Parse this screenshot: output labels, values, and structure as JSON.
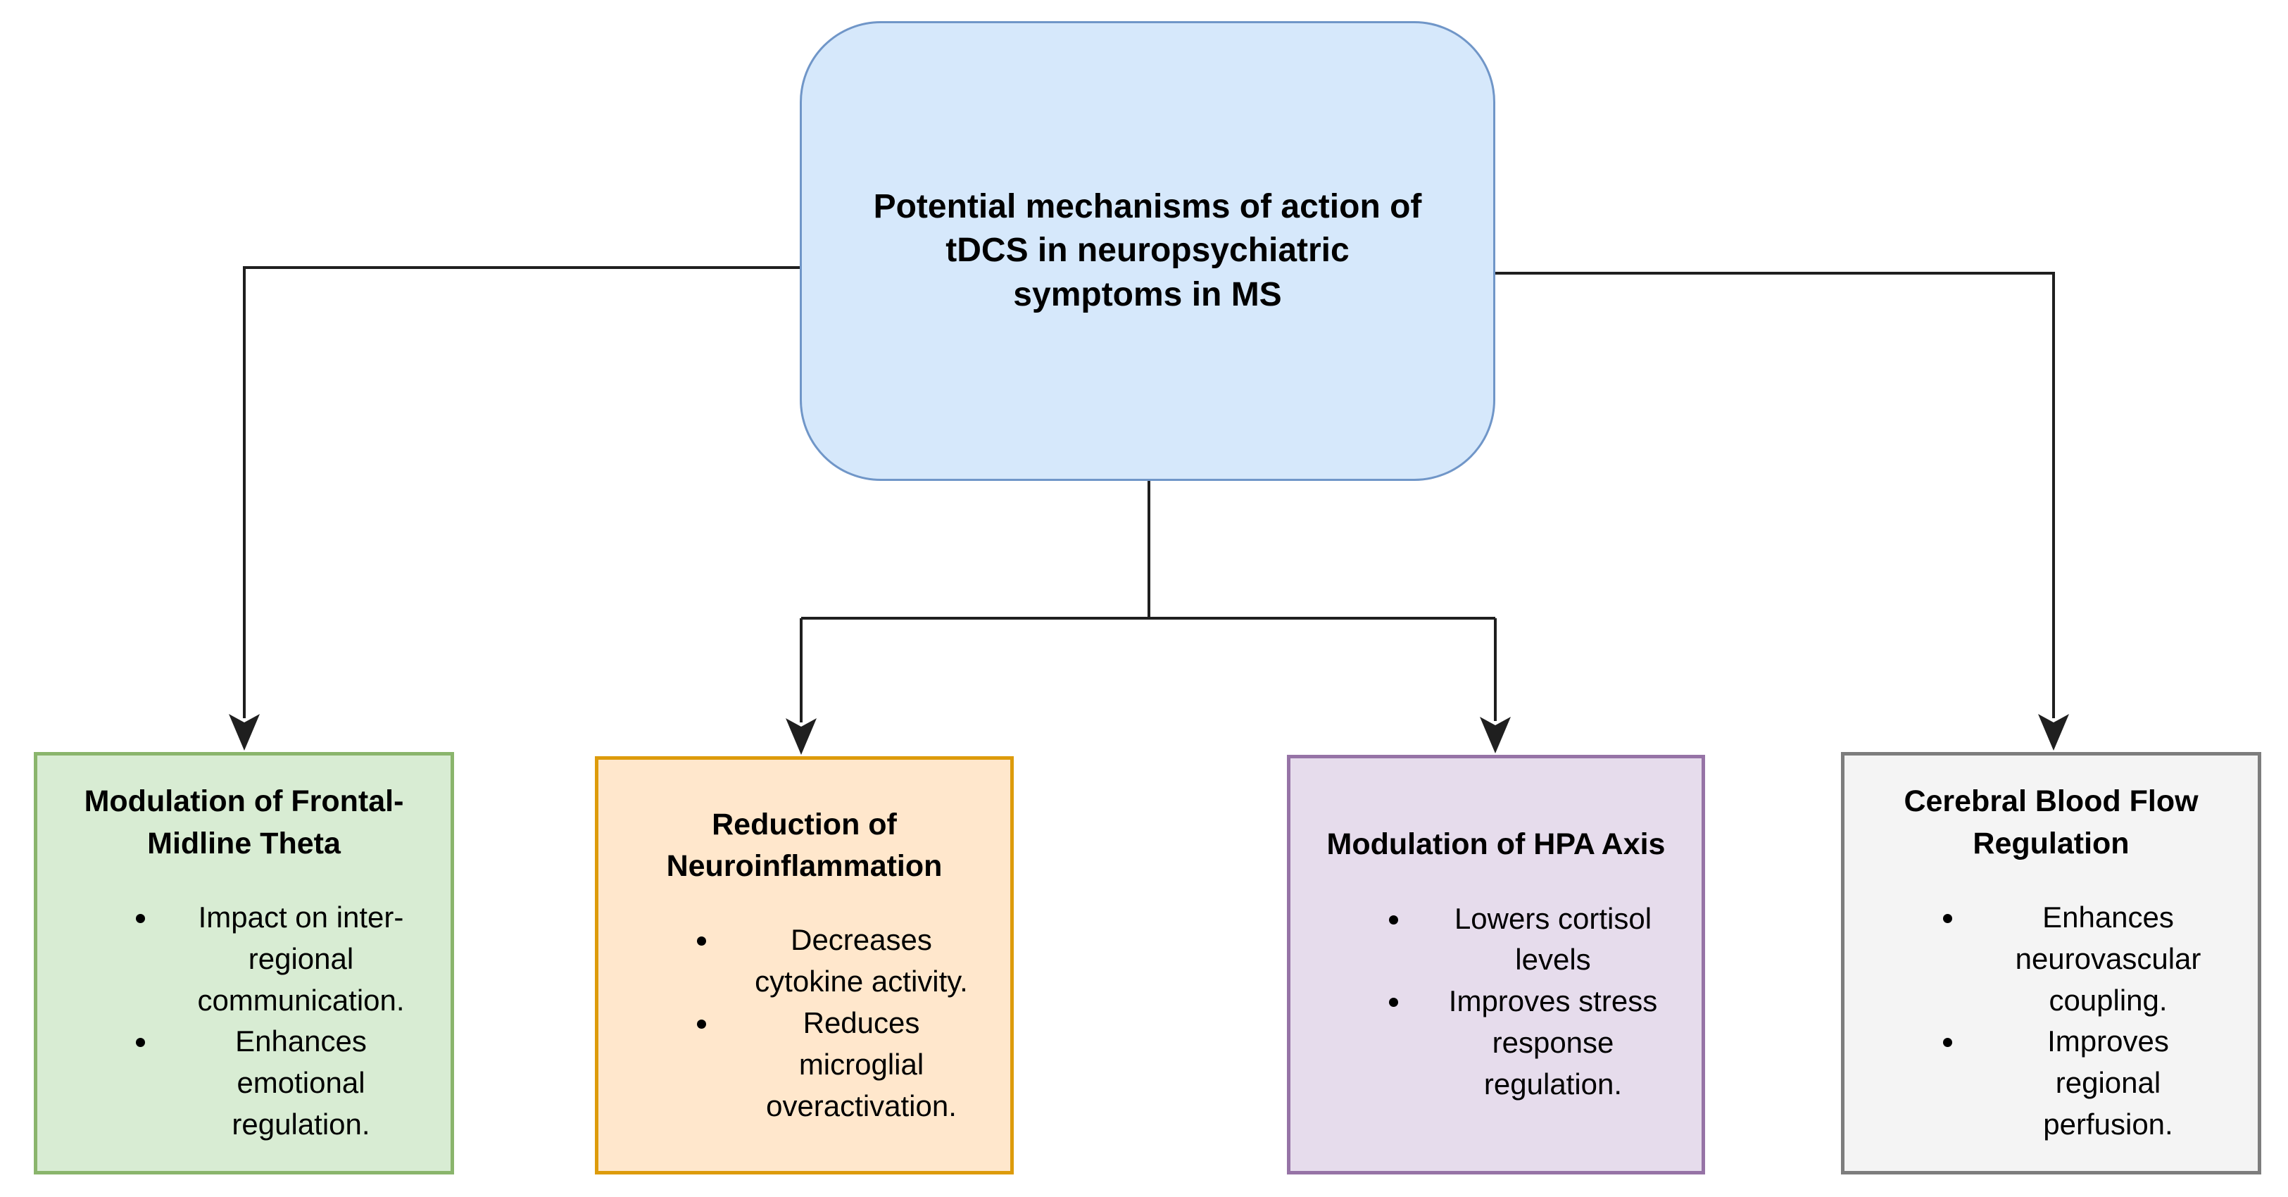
{
  "diagram": {
    "root": {
      "title": "Potential mechanisms of action of\ntDCS in neuropsychiatric\nsymptoms in MS",
      "fill": "#d6e8fb",
      "border": "#7096c8"
    },
    "branches": [
      {
        "title": "Modulation of Frontal-\nMidline Theta",
        "bullets": [
          "Impact on inter-\nregional\ncommunication.",
          "Enhances\nemotional\nregulation."
        ],
        "fill": "#d8ecd3",
        "border": "#8ab56c"
      },
      {
        "title": "Reduction of\nNeuroinflammation",
        "bullets": [
          "Decreases\ncytokine activity.",
          "Reduces\nmicroglial\noveractivation."
        ],
        "fill": "#ffe7cc",
        "border": "#dd9b0b"
      },
      {
        "title": "Modulation of HPA Axis",
        "bullets": [
          "Lowers cortisol\nlevels",
          "Improves stress\nresponse\nregulation."
        ],
        "fill": "#e6dcec",
        "border": "#9673a6"
      },
      {
        "title": "Cerebral Blood Flow\nRegulation",
        "bullets": [
          "Enhances\nneurovascular\ncoupling.",
          "Improves\nregional\nperfusion."
        ],
        "fill": "#f4f4f4",
        "border": "#7d7d7d"
      }
    ],
    "connector_color": "#1f1f1f"
  }
}
